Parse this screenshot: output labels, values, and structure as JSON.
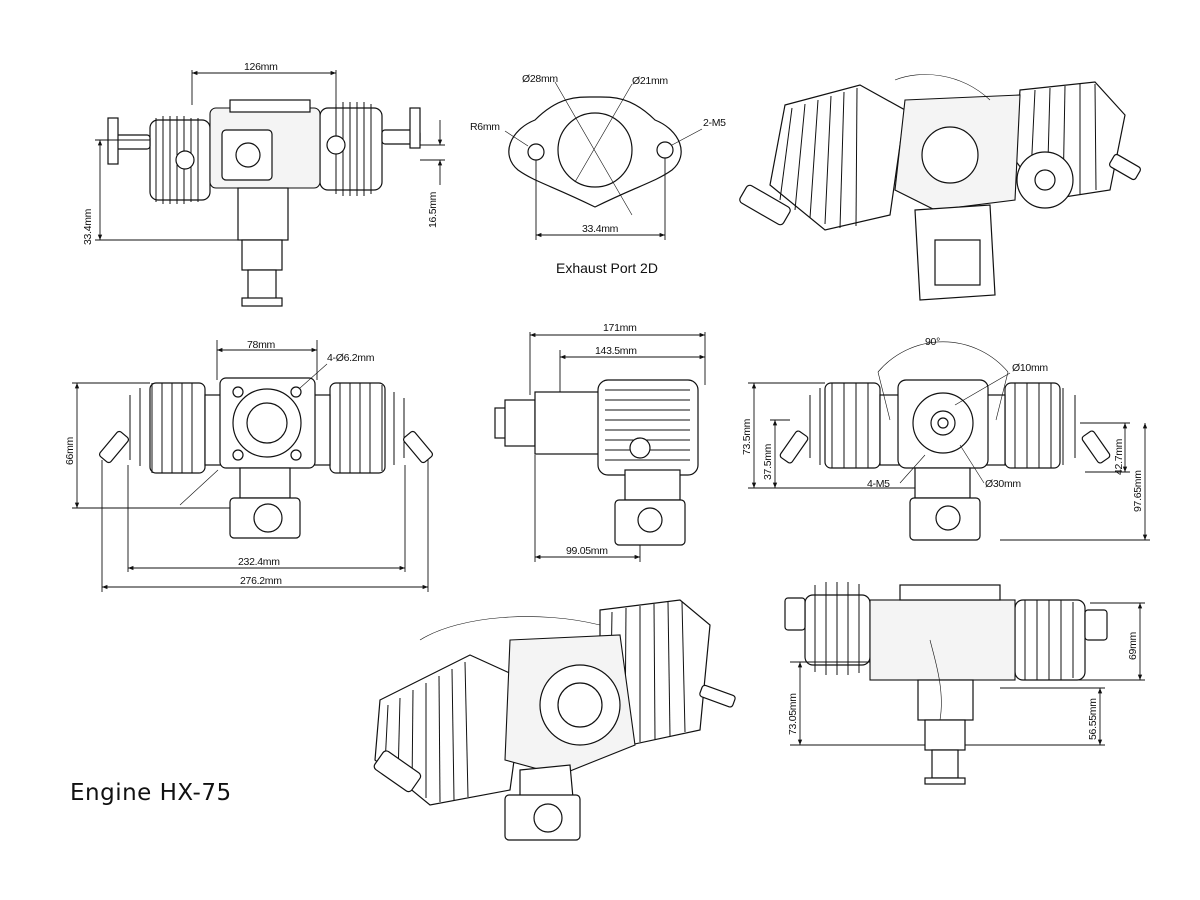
{
  "title": "Engine HX-75",
  "exhaust": {
    "caption": "Exhaust Port 2D",
    "outer_diameter": "Ø28mm",
    "inner_diameter": "Ø21mm",
    "radius": "R6mm",
    "bolts": "2-M5",
    "bolt_spacing": "33.4mm"
  },
  "top_left": {
    "width": "126mm",
    "height_left": "33.4mm",
    "height_right": "16.5mm"
  },
  "middle_left": {
    "flange": "78mm",
    "holes": "4-Ø6.2mm",
    "height": "66mm",
    "span_inner": "232.4mm",
    "span_outer": "276.2mm"
  },
  "middle_center": {
    "length": "171mm",
    "length_inner": "143.5mm",
    "offset": "99.05mm"
  },
  "middle_right": {
    "angle": "90°",
    "shaft": "Ø10mm",
    "hub": "Ø30mm",
    "bolts": "4-M5",
    "h1": "73.5mm",
    "h2": "37.5mm",
    "h3": "42.7mm",
    "h4": "97.65mm"
  },
  "bottom_right": {
    "height": "69mm",
    "h_left": "73.05mm",
    "h_right": "56.55mm"
  }
}
